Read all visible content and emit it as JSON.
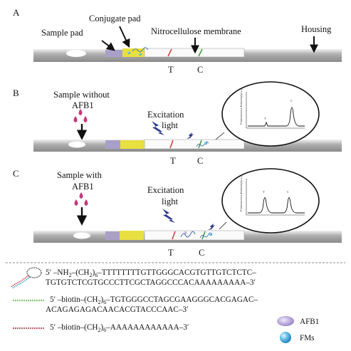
{
  "panels": [
    {
      "letter": "A",
      "labels": {
        "sample_pad": "Sample pad",
        "conjugate_pad": "Conjugate pad",
        "membrane": "Nitrocellulose membrane",
        "housing": "Housing"
      },
      "lines": {
        "test": "T",
        "control": "C"
      }
    },
    {
      "letter": "B",
      "sample_line1": "Sample without",
      "sample_line2": "AFB1",
      "excitation_line1": "Excitation",
      "lines": {
        "test": "T",
        "control": "C"
      },
      "inset": {
        "y_axis": "Fluorescence Intensity(a.u.)",
        "peak_t": "T",
        "peak_c": "C"
      }
    },
    {
      "letter": "C",
      "sample_line1": "Sample with",
      "sample_line2": "AFB1",
      "excitation_line1": "Excitation",
      "excitation_line2": "light",
      "lines": {
        "test": "T",
        "control": "C"
      },
      "inset": {
        "y_axis": "Fluorescence Intensity(a.u.)",
        "peak_t": "T",
        "peak_c": "C"
      }
    }
  ],
  "panel_b_light": "light",
  "legend": {
    "seq1": {
      "p1": "5′ –NH",
      "s1": "2",
      "p2": "–(CH",
      "s2": "2",
      "p3": ")",
      "s3": "6",
      "p4": "–TTTTTTTTGTTGGGCACGTGTTGTCTCTC–",
      "line2": "TGTGTCTCGTGCCCTTCGCTAGGCCCACAAAAAAAAA–3′"
    },
    "seq2": {
      "p1": "5′ –biotin–(CH",
      "s1": "2",
      "p2": ")",
      "s2": "6",
      "p3": "–TGTGGGCCTAGCGAAGGGCACGAGAC–",
      "line2": "ACAGAGAGACAACACGTACCCAAC–3′"
    },
    "seq3": {
      "p1": "5′ –biotin–(CH",
      "s1": "2",
      "p2": ")",
      "s2": "6",
      "p3": "–AAAAAAAAAAAA–3′"
    },
    "afb1": "AFB1",
    "fms": "FMs"
  },
  "colors": {
    "sample_pad": "#a8a0c8",
    "conjugate_pad": "#e8e040",
    "strip": "#b0b0b0",
    "test_line": "#d04040",
    "control_line": "#40a040",
    "drop": "#c8387a",
    "afb1": "#9b87c6",
    "fms": "#3aa6d8"
  }
}
